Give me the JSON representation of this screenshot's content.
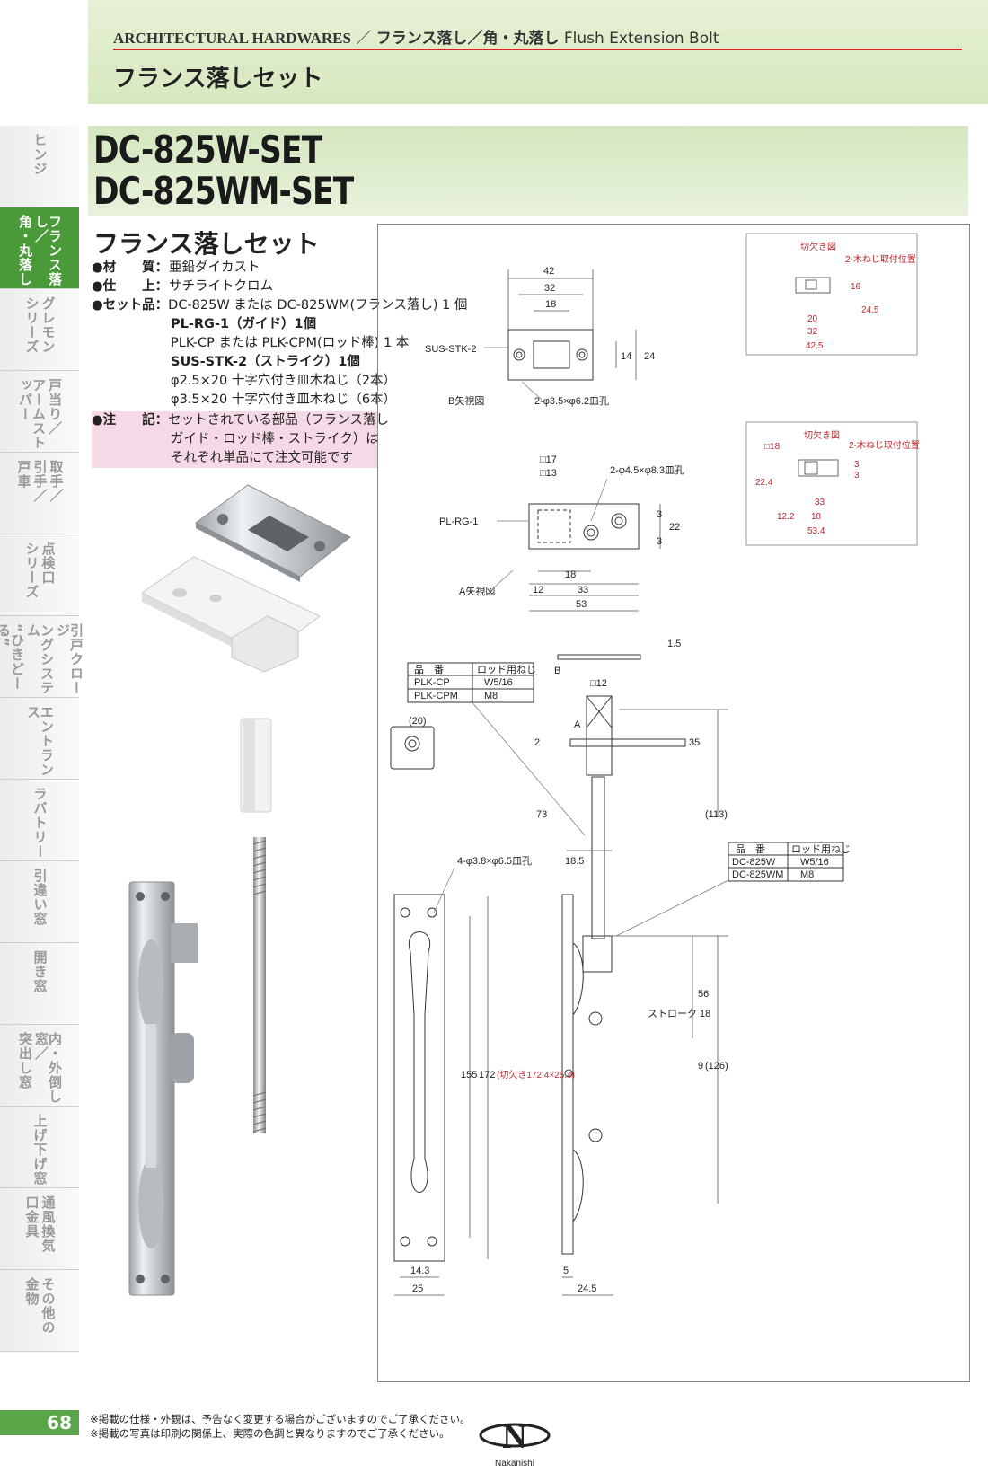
{
  "header": {
    "breadcrumb_en": "ARCHITECTURAL HARDWARES",
    "breadcrumb_sep": " ／ ",
    "breadcrumb_jp": "フランス落し／角・丸落し",
    "breadcrumb_sub": " Flush Extension Bolt",
    "title": "フランス落しセット"
  },
  "sidebar": {
    "items": [
      {
        "id": "hinge",
        "cols": [
          "ヒンジ"
        ],
        "active": false
      },
      {
        "id": "flush-bolt",
        "cols": [
          "フランス落し／",
          "角・丸落し"
        ],
        "active": true
      },
      {
        "id": "gremon",
        "cols": [
          "グレモン",
          "シリーズ"
        ],
        "active": false
      },
      {
        "id": "door-stop",
        "cols": [
          "戸当り／",
          "アームストッパー"
        ],
        "active": false
      },
      {
        "id": "pull",
        "cols": [
          "取手／",
          "引手／",
          "戸車"
        ],
        "active": false
      },
      {
        "id": "access-door",
        "cols": [
          "点検口",
          "シリーズ"
        ],
        "active": false
      },
      {
        "id": "closing",
        "cols": [
          "引戸クロージ",
          "ングシステム",
          "“ひきどーる”"
        ],
        "active": false
      },
      {
        "id": "entrance",
        "cols": [
          "エントランス"
        ],
        "active": false
      },
      {
        "id": "lavatory",
        "cols": [
          "ラバトリー"
        ],
        "active": false
      },
      {
        "id": "sliding",
        "cols": [
          "引違い窓"
        ],
        "active": false
      },
      {
        "id": "casement",
        "cols": [
          "開き窓"
        ],
        "active": false
      },
      {
        "id": "tilt",
        "cols": [
          "内・外倒し窓／",
          "突出し窓"
        ],
        "active": false
      },
      {
        "id": "sash",
        "cols": [
          "上げ下げ窓"
        ],
        "active": false
      },
      {
        "id": "vent",
        "cols": [
          "通風換気",
          "口金具"
        ],
        "active": false
      },
      {
        "id": "other",
        "cols": [
          "その他の",
          "金物"
        ],
        "active": false
      }
    ],
    "page_number": "68"
  },
  "product": {
    "model1": "DC-825W-SET",
    "model2": "DC-825WM-SET",
    "subtitle": "フランス落しセット",
    "material_key": "●材　　質：",
    "material": "亜鉛ダイカスト",
    "finish_key": "●仕　　上：",
    "finish": "サチライトクロム",
    "set_key": "●セット品：",
    "set_items": [
      "DC-825W または DC-825WM(フランス落し) 1 個",
      "PL-RG-1（ガイド）1個",
      "PLK-CP または PLK-CPM(ロッド棒) 1 本",
      "SUS-STK-2（ストライク）1個",
      "φ2.5×20 十字穴付き皿木ねじ（2本）",
      "φ3.5×20 十字穴付き皿木ねじ（6本）"
    ],
    "note_key": "●注　　記：",
    "note_lines": [
      "セットされている部品（フランス落し",
      "ガイド・ロッド棒・ストライク）は",
      "それぞれ単品にて注文可能です"
    ]
  },
  "drawing": {
    "strike_label": "SUS-STK-2",
    "strike_view": "B矢視図",
    "strike_hole": "2-φ3.5×φ6.2皿孔",
    "strike_dims": [
      "42",
      "32",
      "18",
      "14",
      "24"
    ],
    "cutout_title": "切欠き図",
    "screw_pos": "2-木ねじ取付位置",
    "cutout1_dims": [
      "16",
      "24.5",
      "20",
      "32",
      "42.5"
    ],
    "guide_label": "PL-RG-1",
    "guide_view": "A矢視図",
    "guide_hole": "2-φ4.5×φ8.3皿孔",
    "guide_dims": [
      "□17",
      "□13",
      "3",
      "22",
      "3",
      "18",
      "12",
      "33",
      "53"
    ],
    "cutout2_dims": [
      "□18",
      "22.4",
      "3",
      "3",
      "33",
      "12.2",
      "18",
      "53.4"
    ],
    "rod_table": {
      "headers": [
        "品　番",
        "ロッド用ねじ"
      ],
      "rows": [
        [
          "PLK-CP",
          "W5/16"
        ],
        [
          "PLK-CPM",
          "M8"
        ]
      ]
    },
    "bolt_table": {
      "headers": [
        "品　番",
        "ロッド用ねじ"
      ],
      "rows": [
        [
          "DC-825W",
          "W5/16"
        ],
        [
          "DC-825WM",
          "M8"
        ]
      ]
    },
    "bolt_hole": "4-φ3.8×φ6.5皿孔",
    "cutout_label": "(切欠き172.4×25.4)",
    "side_dims": [
      "(20)",
      "1.5",
      "B",
      "□12",
      "A",
      "2",
      "35",
      "73",
      "(113)",
      "18.5",
      "56",
      "ストローク 18",
      "9",
      "(126)",
      "5",
      "24.5",
      "155",
      "172",
      "14.3",
      "25"
    ]
  },
  "footer": {
    "notes": [
      "※掲載の仕様・外観は、予告なく変更する場合がございますのでご了承ください。",
      "※掲載の写真は印刷の関係上、実際の色調と異なりますのでご了承ください。"
    ],
    "logo_letter": "N",
    "logo_text": "Nakanishi"
  },
  "colors": {
    "accent_green": "#4a9a3a",
    "header_green": "#d7e8bf",
    "rule_red": "#c32b2b",
    "note_pink": "#f6d9e7",
    "dim_red": "#c0282d"
  }
}
